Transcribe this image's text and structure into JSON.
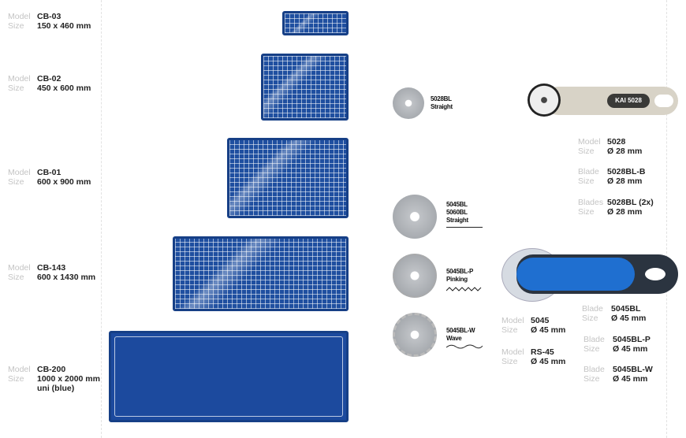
{
  "labels": {
    "model": "Model",
    "size": "Size",
    "blade": "Blade",
    "blades": "Blades"
  },
  "mats": [
    {
      "model": "CB-03",
      "size": "150 x 460 mm"
    },
    {
      "model": "CB-02",
      "size": "450 x 600 mm"
    },
    {
      "model": "CB-01",
      "size": "600 x 900 mm"
    },
    {
      "model": "CB-143",
      "size": "600 x 1430 mm"
    },
    {
      "model": "CB-200",
      "size": "1000 x 2000 mm",
      "extra": "uni (blue)"
    }
  ],
  "blades": [
    {
      "line1": "5028BL",
      "line2": "Straight"
    },
    {
      "line1": "5045BL",
      "line2": "5060BL",
      "line3": "Straight"
    },
    {
      "line1": "5045BL-P",
      "line2": "Pinking"
    },
    {
      "line1": "5045BL-W",
      "line2": "Wave"
    }
  ],
  "cutter28": {
    "brand": "KAI",
    "code": "5028",
    "specs": [
      {
        "k": "Model",
        "v": "5028",
        "s": "Ø 28 mm"
      },
      {
        "k": "Blade",
        "v": "5028BL-B",
        "s": "Ø 28 mm"
      },
      {
        "k": "Blades",
        "v": "5028BL (2x)",
        "s": "Ø 28 mm"
      }
    ]
  },
  "cutter45": {
    "models": [
      {
        "k": "Model",
        "v": "5045",
        "s": "Ø 45 mm"
      },
      {
        "k": "Model",
        "v": "RS-45",
        "s": "Ø 45 mm"
      }
    ],
    "blades": [
      {
        "k": "Blade",
        "v": "5045BL",
        "s": "Ø 45 mm"
      },
      {
        "k": "Blade",
        "v": "5045BL-P",
        "s": "Ø 45 mm"
      },
      {
        "k": "Blade",
        "v": "5045BL-W",
        "s": "Ø 45 mm"
      }
    ]
  }
}
